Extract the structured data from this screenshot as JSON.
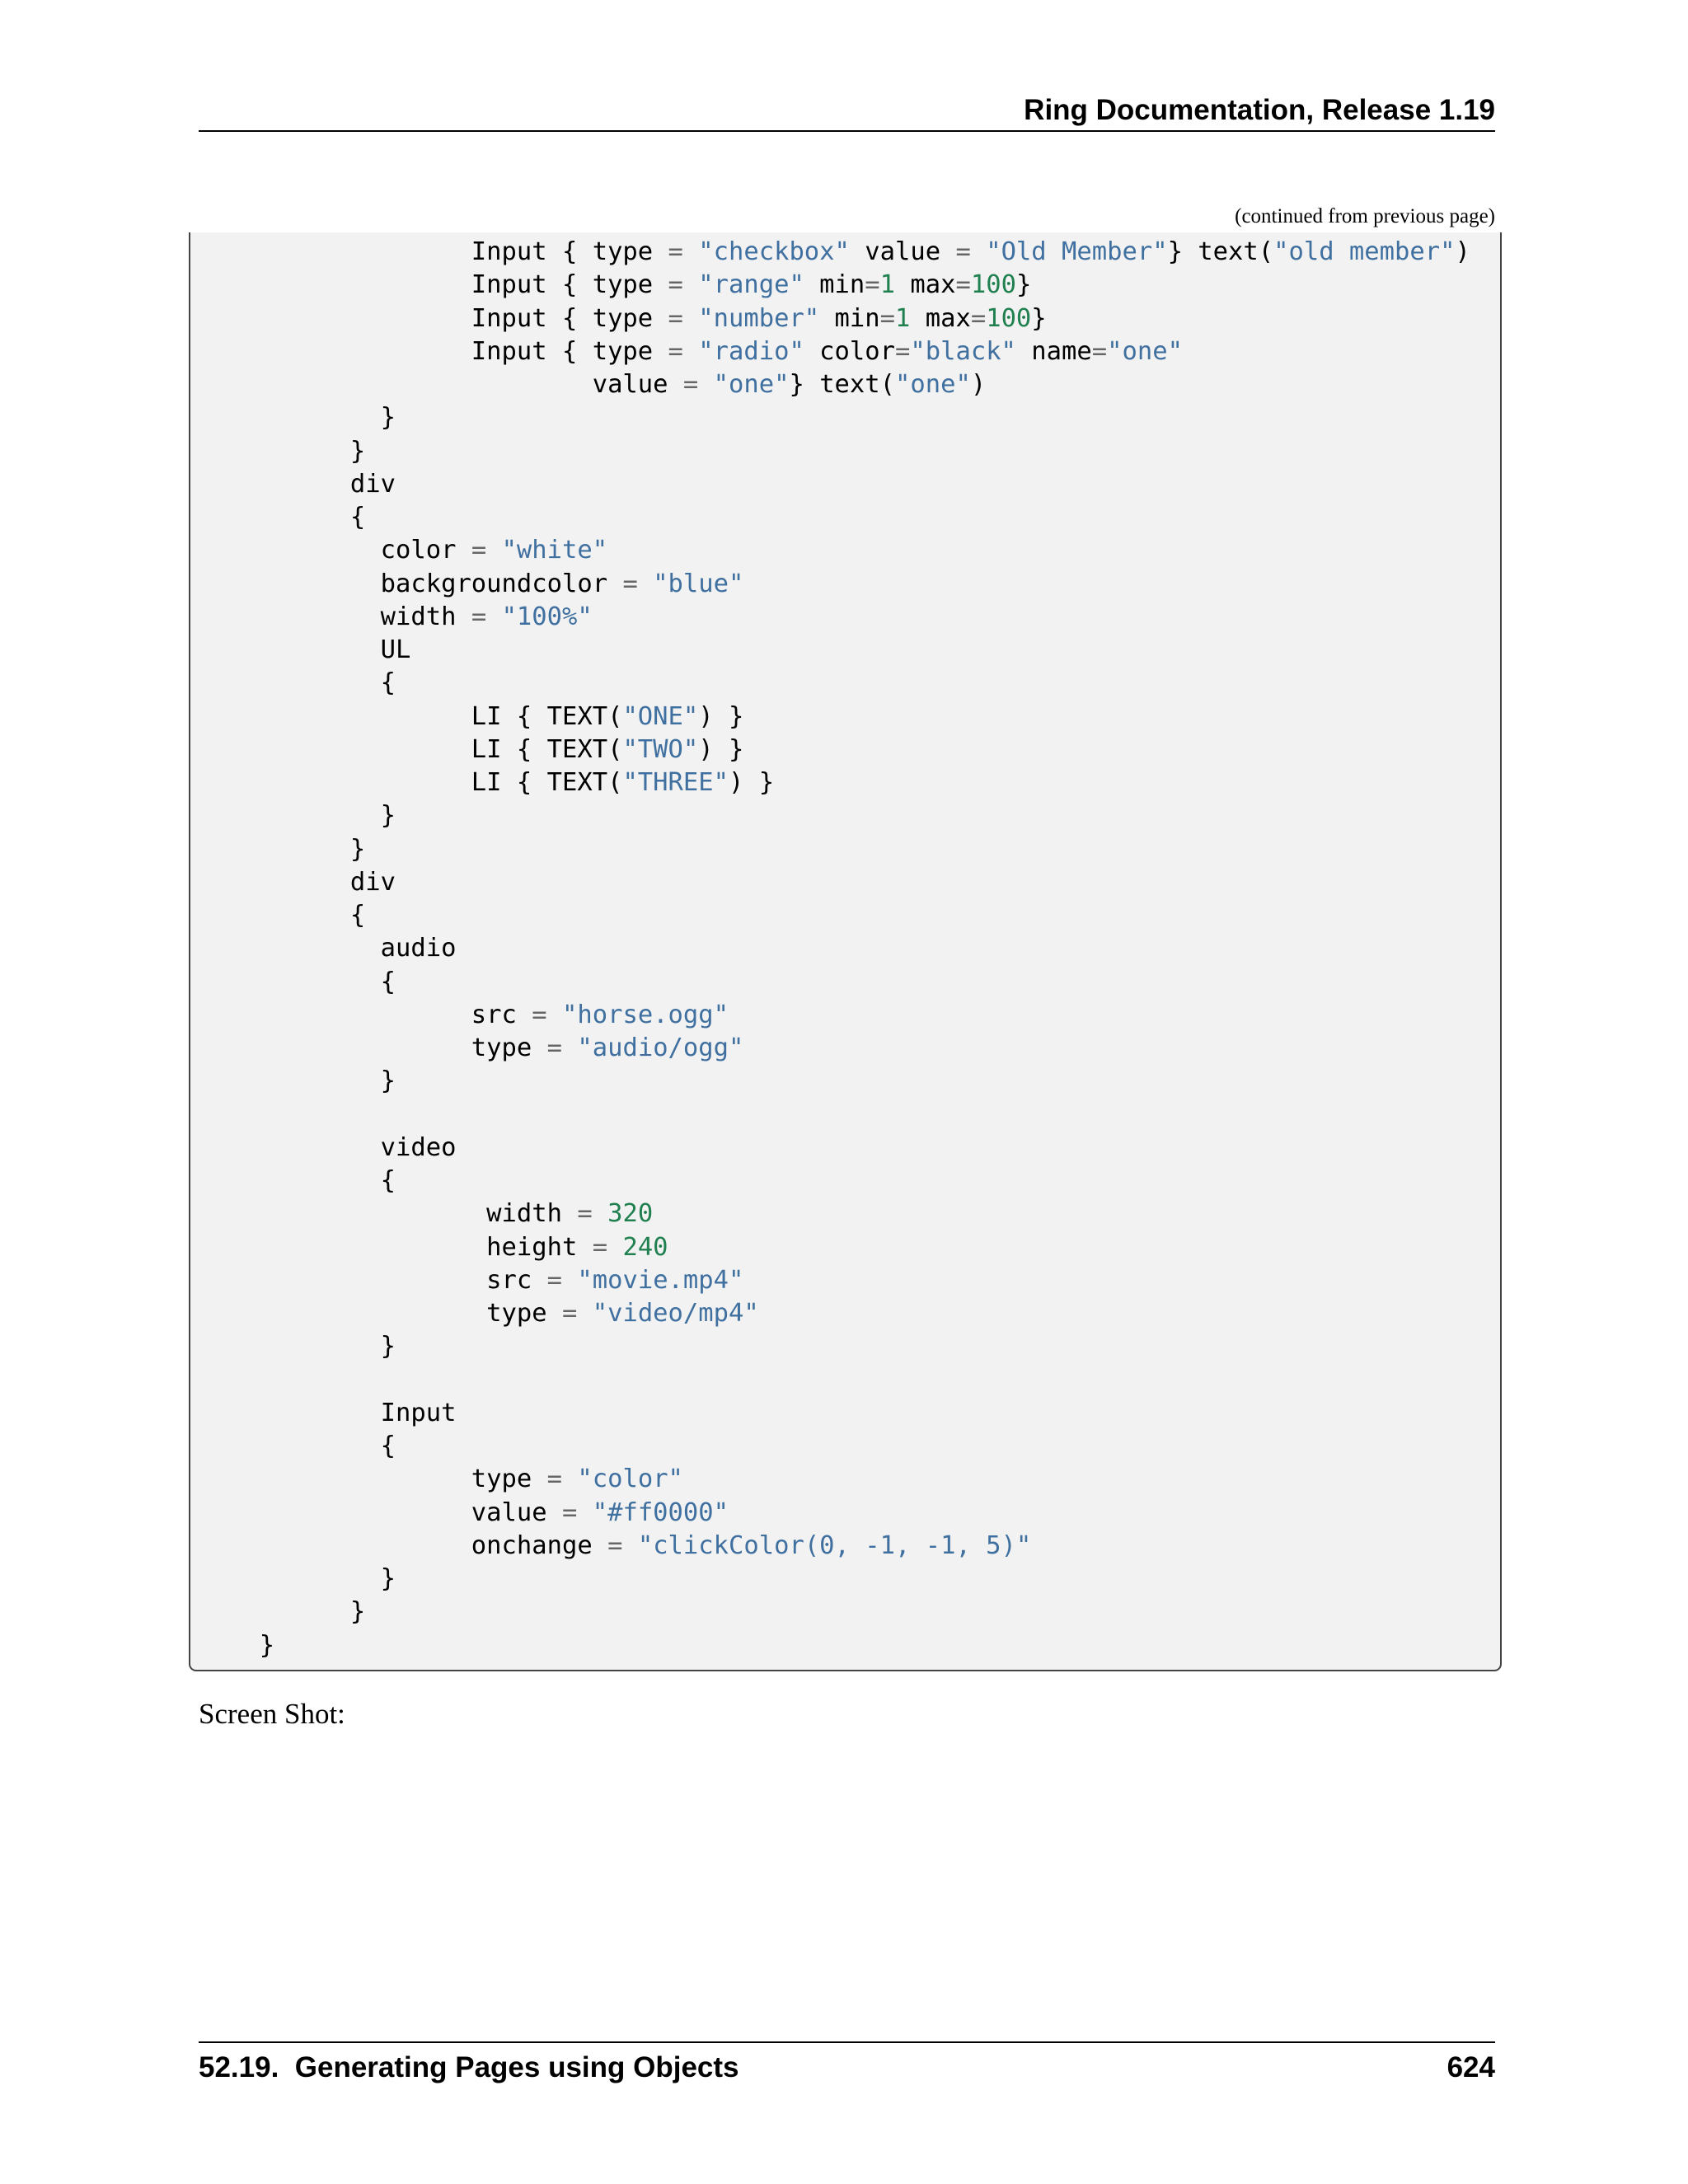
{
  "header": {
    "title": "Ring Documentation, Release 1.19"
  },
  "continued_note": "(continued from previous page)",
  "code": {
    "lines": [
      [
        {
          "t": "                Input { type ",
          "c": ""
        },
        {
          "t": "=",
          "c": "op"
        },
        {
          "t": " ",
          "c": ""
        },
        {
          "t": "\"checkbox\"",
          "c": "str"
        },
        {
          "t": " value ",
          "c": ""
        },
        {
          "t": "=",
          "c": "op"
        },
        {
          "t": " ",
          "c": ""
        },
        {
          "t": "\"Old Member\"",
          "c": "str"
        },
        {
          "t": "} text(",
          "c": ""
        },
        {
          "t": "\"old member\"",
          "c": "str"
        },
        {
          "t": ")",
          "c": ""
        }
      ],
      [
        {
          "t": "                Input { type ",
          "c": ""
        },
        {
          "t": "=",
          "c": "op"
        },
        {
          "t": " ",
          "c": ""
        },
        {
          "t": "\"range\"",
          "c": "str"
        },
        {
          "t": " min",
          "c": ""
        },
        {
          "t": "=",
          "c": "op"
        },
        {
          "t": "1",
          "c": "num"
        },
        {
          "t": " max",
          "c": ""
        },
        {
          "t": "=",
          "c": "op"
        },
        {
          "t": "100",
          "c": "num"
        },
        {
          "t": "}",
          "c": ""
        }
      ],
      [
        {
          "t": "                Input { type ",
          "c": ""
        },
        {
          "t": "=",
          "c": "op"
        },
        {
          "t": " ",
          "c": ""
        },
        {
          "t": "\"number\"",
          "c": "str"
        },
        {
          "t": " min",
          "c": ""
        },
        {
          "t": "=",
          "c": "op"
        },
        {
          "t": "1",
          "c": "num"
        },
        {
          "t": " max",
          "c": ""
        },
        {
          "t": "=",
          "c": "op"
        },
        {
          "t": "100",
          "c": "num"
        },
        {
          "t": "}",
          "c": ""
        }
      ],
      [
        {
          "t": "                Input { type ",
          "c": ""
        },
        {
          "t": "=",
          "c": "op"
        },
        {
          "t": " ",
          "c": ""
        },
        {
          "t": "\"radio\"",
          "c": "str"
        },
        {
          "t": " color",
          "c": ""
        },
        {
          "t": "=",
          "c": "op"
        },
        {
          "t": "\"black\"",
          "c": "str"
        },
        {
          "t": " name",
          "c": ""
        },
        {
          "t": "=",
          "c": "op"
        },
        {
          "t": "\"one\"",
          "c": "str"
        }
      ],
      [
        {
          "t": "                        value ",
          "c": ""
        },
        {
          "t": "=",
          "c": "op"
        },
        {
          "t": " ",
          "c": ""
        },
        {
          "t": "\"one\"",
          "c": "str"
        },
        {
          "t": "} text(",
          "c": ""
        },
        {
          "t": "\"one\"",
          "c": "str"
        },
        {
          "t": ")",
          "c": ""
        }
      ],
      [
        {
          "t": "          }",
          "c": ""
        }
      ],
      [
        {
          "t": "        }",
          "c": ""
        }
      ],
      [
        {
          "t": "        div",
          "c": ""
        }
      ],
      [
        {
          "t": "        {",
          "c": ""
        }
      ],
      [
        {
          "t": "          color ",
          "c": ""
        },
        {
          "t": "=",
          "c": "op"
        },
        {
          "t": " ",
          "c": ""
        },
        {
          "t": "\"white\"",
          "c": "str"
        }
      ],
      [
        {
          "t": "          backgroundcolor ",
          "c": ""
        },
        {
          "t": "=",
          "c": "op"
        },
        {
          "t": " ",
          "c": ""
        },
        {
          "t": "\"blue\"",
          "c": "str"
        }
      ],
      [
        {
          "t": "          width ",
          "c": ""
        },
        {
          "t": "=",
          "c": "op"
        },
        {
          "t": " ",
          "c": ""
        },
        {
          "t": "\"100%\"",
          "c": "str"
        }
      ],
      [
        {
          "t": "          UL",
          "c": ""
        }
      ],
      [
        {
          "t": "          {",
          "c": ""
        }
      ],
      [
        {
          "t": "                LI { TEXT(",
          "c": ""
        },
        {
          "t": "\"ONE\"",
          "c": "str"
        },
        {
          "t": ") }",
          "c": ""
        }
      ],
      [
        {
          "t": "                LI { TEXT(",
          "c": ""
        },
        {
          "t": "\"TWO\"",
          "c": "str"
        },
        {
          "t": ") }",
          "c": ""
        }
      ],
      [
        {
          "t": "                LI { TEXT(",
          "c": ""
        },
        {
          "t": "\"THREE\"",
          "c": "str"
        },
        {
          "t": ") }",
          "c": ""
        }
      ],
      [
        {
          "t": "          }",
          "c": ""
        }
      ],
      [
        {
          "t": "        }",
          "c": ""
        }
      ],
      [
        {
          "t": "        div",
          "c": ""
        }
      ],
      [
        {
          "t": "        {",
          "c": ""
        }
      ],
      [
        {
          "t": "          audio",
          "c": ""
        }
      ],
      [
        {
          "t": "          {",
          "c": ""
        }
      ],
      [
        {
          "t": "                src ",
          "c": ""
        },
        {
          "t": "=",
          "c": "op"
        },
        {
          "t": " ",
          "c": ""
        },
        {
          "t": "\"horse.ogg\"",
          "c": "str"
        }
      ],
      [
        {
          "t": "                type ",
          "c": ""
        },
        {
          "t": "=",
          "c": "op"
        },
        {
          "t": " ",
          "c": ""
        },
        {
          "t": "\"audio/ogg\"",
          "c": "str"
        }
      ],
      [
        {
          "t": "          }",
          "c": ""
        }
      ],
      [
        {
          "t": "",
          "c": ""
        }
      ],
      [
        {
          "t": "          video",
          "c": ""
        }
      ],
      [
        {
          "t": "          {",
          "c": ""
        }
      ],
      [
        {
          "t": "                 width ",
          "c": ""
        },
        {
          "t": "=",
          "c": "op"
        },
        {
          "t": " ",
          "c": ""
        },
        {
          "t": "320",
          "c": "num"
        }
      ],
      [
        {
          "t": "                 height ",
          "c": ""
        },
        {
          "t": "=",
          "c": "op"
        },
        {
          "t": " ",
          "c": ""
        },
        {
          "t": "240",
          "c": "num"
        }
      ],
      [
        {
          "t": "                 src ",
          "c": ""
        },
        {
          "t": "=",
          "c": "op"
        },
        {
          "t": " ",
          "c": ""
        },
        {
          "t": "\"movie.mp4\"",
          "c": "str"
        }
      ],
      [
        {
          "t": "                 type ",
          "c": ""
        },
        {
          "t": "=",
          "c": "op"
        },
        {
          "t": " ",
          "c": ""
        },
        {
          "t": "\"video/mp4\"",
          "c": "str"
        }
      ],
      [
        {
          "t": "          }",
          "c": ""
        }
      ],
      [
        {
          "t": "",
          "c": ""
        }
      ],
      [
        {
          "t": "          Input",
          "c": ""
        }
      ],
      [
        {
          "t": "          {",
          "c": ""
        }
      ],
      [
        {
          "t": "                type ",
          "c": ""
        },
        {
          "t": "=",
          "c": "op"
        },
        {
          "t": " ",
          "c": ""
        },
        {
          "t": "\"color\"",
          "c": "str"
        }
      ],
      [
        {
          "t": "                value ",
          "c": ""
        },
        {
          "t": "=",
          "c": "op"
        },
        {
          "t": " ",
          "c": ""
        },
        {
          "t": "\"#ff0000\"",
          "c": "str"
        }
      ],
      [
        {
          "t": "                onchange ",
          "c": ""
        },
        {
          "t": "=",
          "c": "op"
        },
        {
          "t": " ",
          "c": ""
        },
        {
          "t": "\"clickColor(0, -1, -1, 5)\"",
          "c": "str"
        }
      ],
      [
        {
          "t": "          }",
          "c": ""
        }
      ],
      [
        {
          "t": "        }",
          "c": ""
        }
      ],
      [
        {
          "t": "  }",
          "c": ""
        }
      ]
    ]
  },
  "screen_shot_label": "Screen Shot:",
  "footer": {
    "section": "52.19.  Generating Pages using Objects",
    "page_number": "624"
  }
}
